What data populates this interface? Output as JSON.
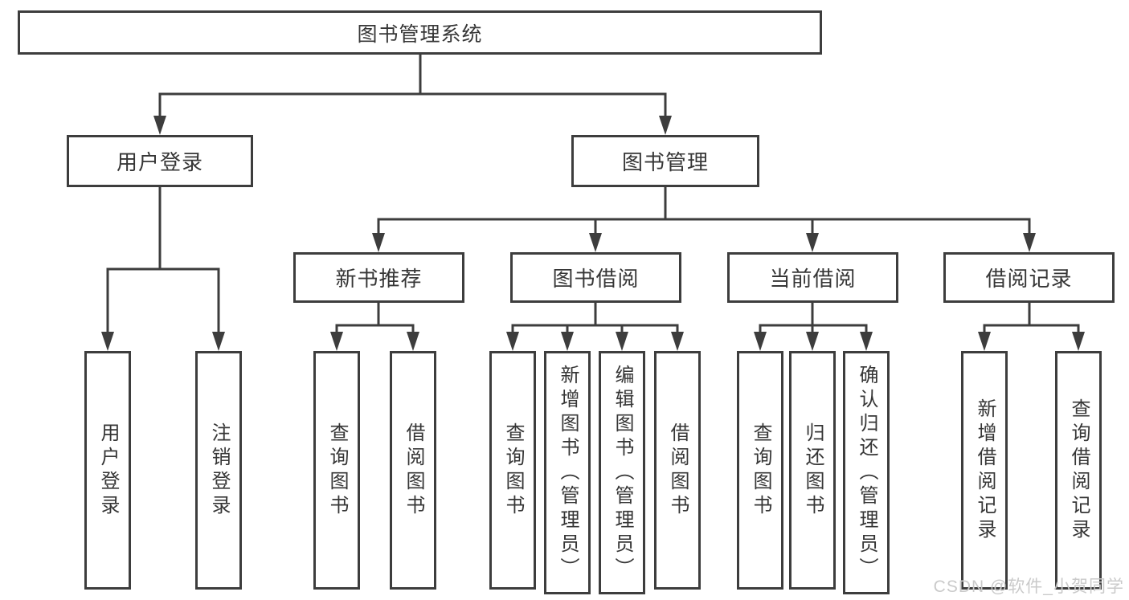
{
  "diagram": {
    "tree": {
      "label": "图书管理系统",
      "children": [
        {
          "label": "用户登录",
          "children": [
            {
              "label": "用户登录"
            },
            {
              "label": "注销登录"
            }
          ]
        },
        {
          "label": "图书管理",
          "children": [
            {
              "label": "新书推荐",
              "children": [
                {
                  "label": "查询图书"
                },
                {
                  "label": "借阅图书"
                }
              ]
            },
            {
              "label": "图书借阅",
              "children": [
                {
                  "label": "查询图书"
                },
                {
                  "label": "新增图书（管理员）"
                },
                {
                  "label": "编辑图书（管理员）"
                },
                {
                  "label": "借阅图书"
                }
              ]
            },
            {
              "label": "当前借阅",
              "children": [
                {
                  "label": "查询图书"
                },
                {
                  "label": "归还图书"
                },
                {
                  "label": "确认归还（管理员）"
                }
              ]
            },
            {
              "label": "借阅记录",
              "children": [
                {
                  "label": "新增借阅记录"
                },
                {
                  "label": "查询借阅记录"
                }
              ]
            }
          ]
        }
      ]
    },
    "watermark": "CSDN @软件_小贺同学",
    "colors": {
      "line": "#3d3d3d",
      "text": "#363636",
      "watermark": "#cacaca",
      "background": "#ffffff"
    }
  }
}
